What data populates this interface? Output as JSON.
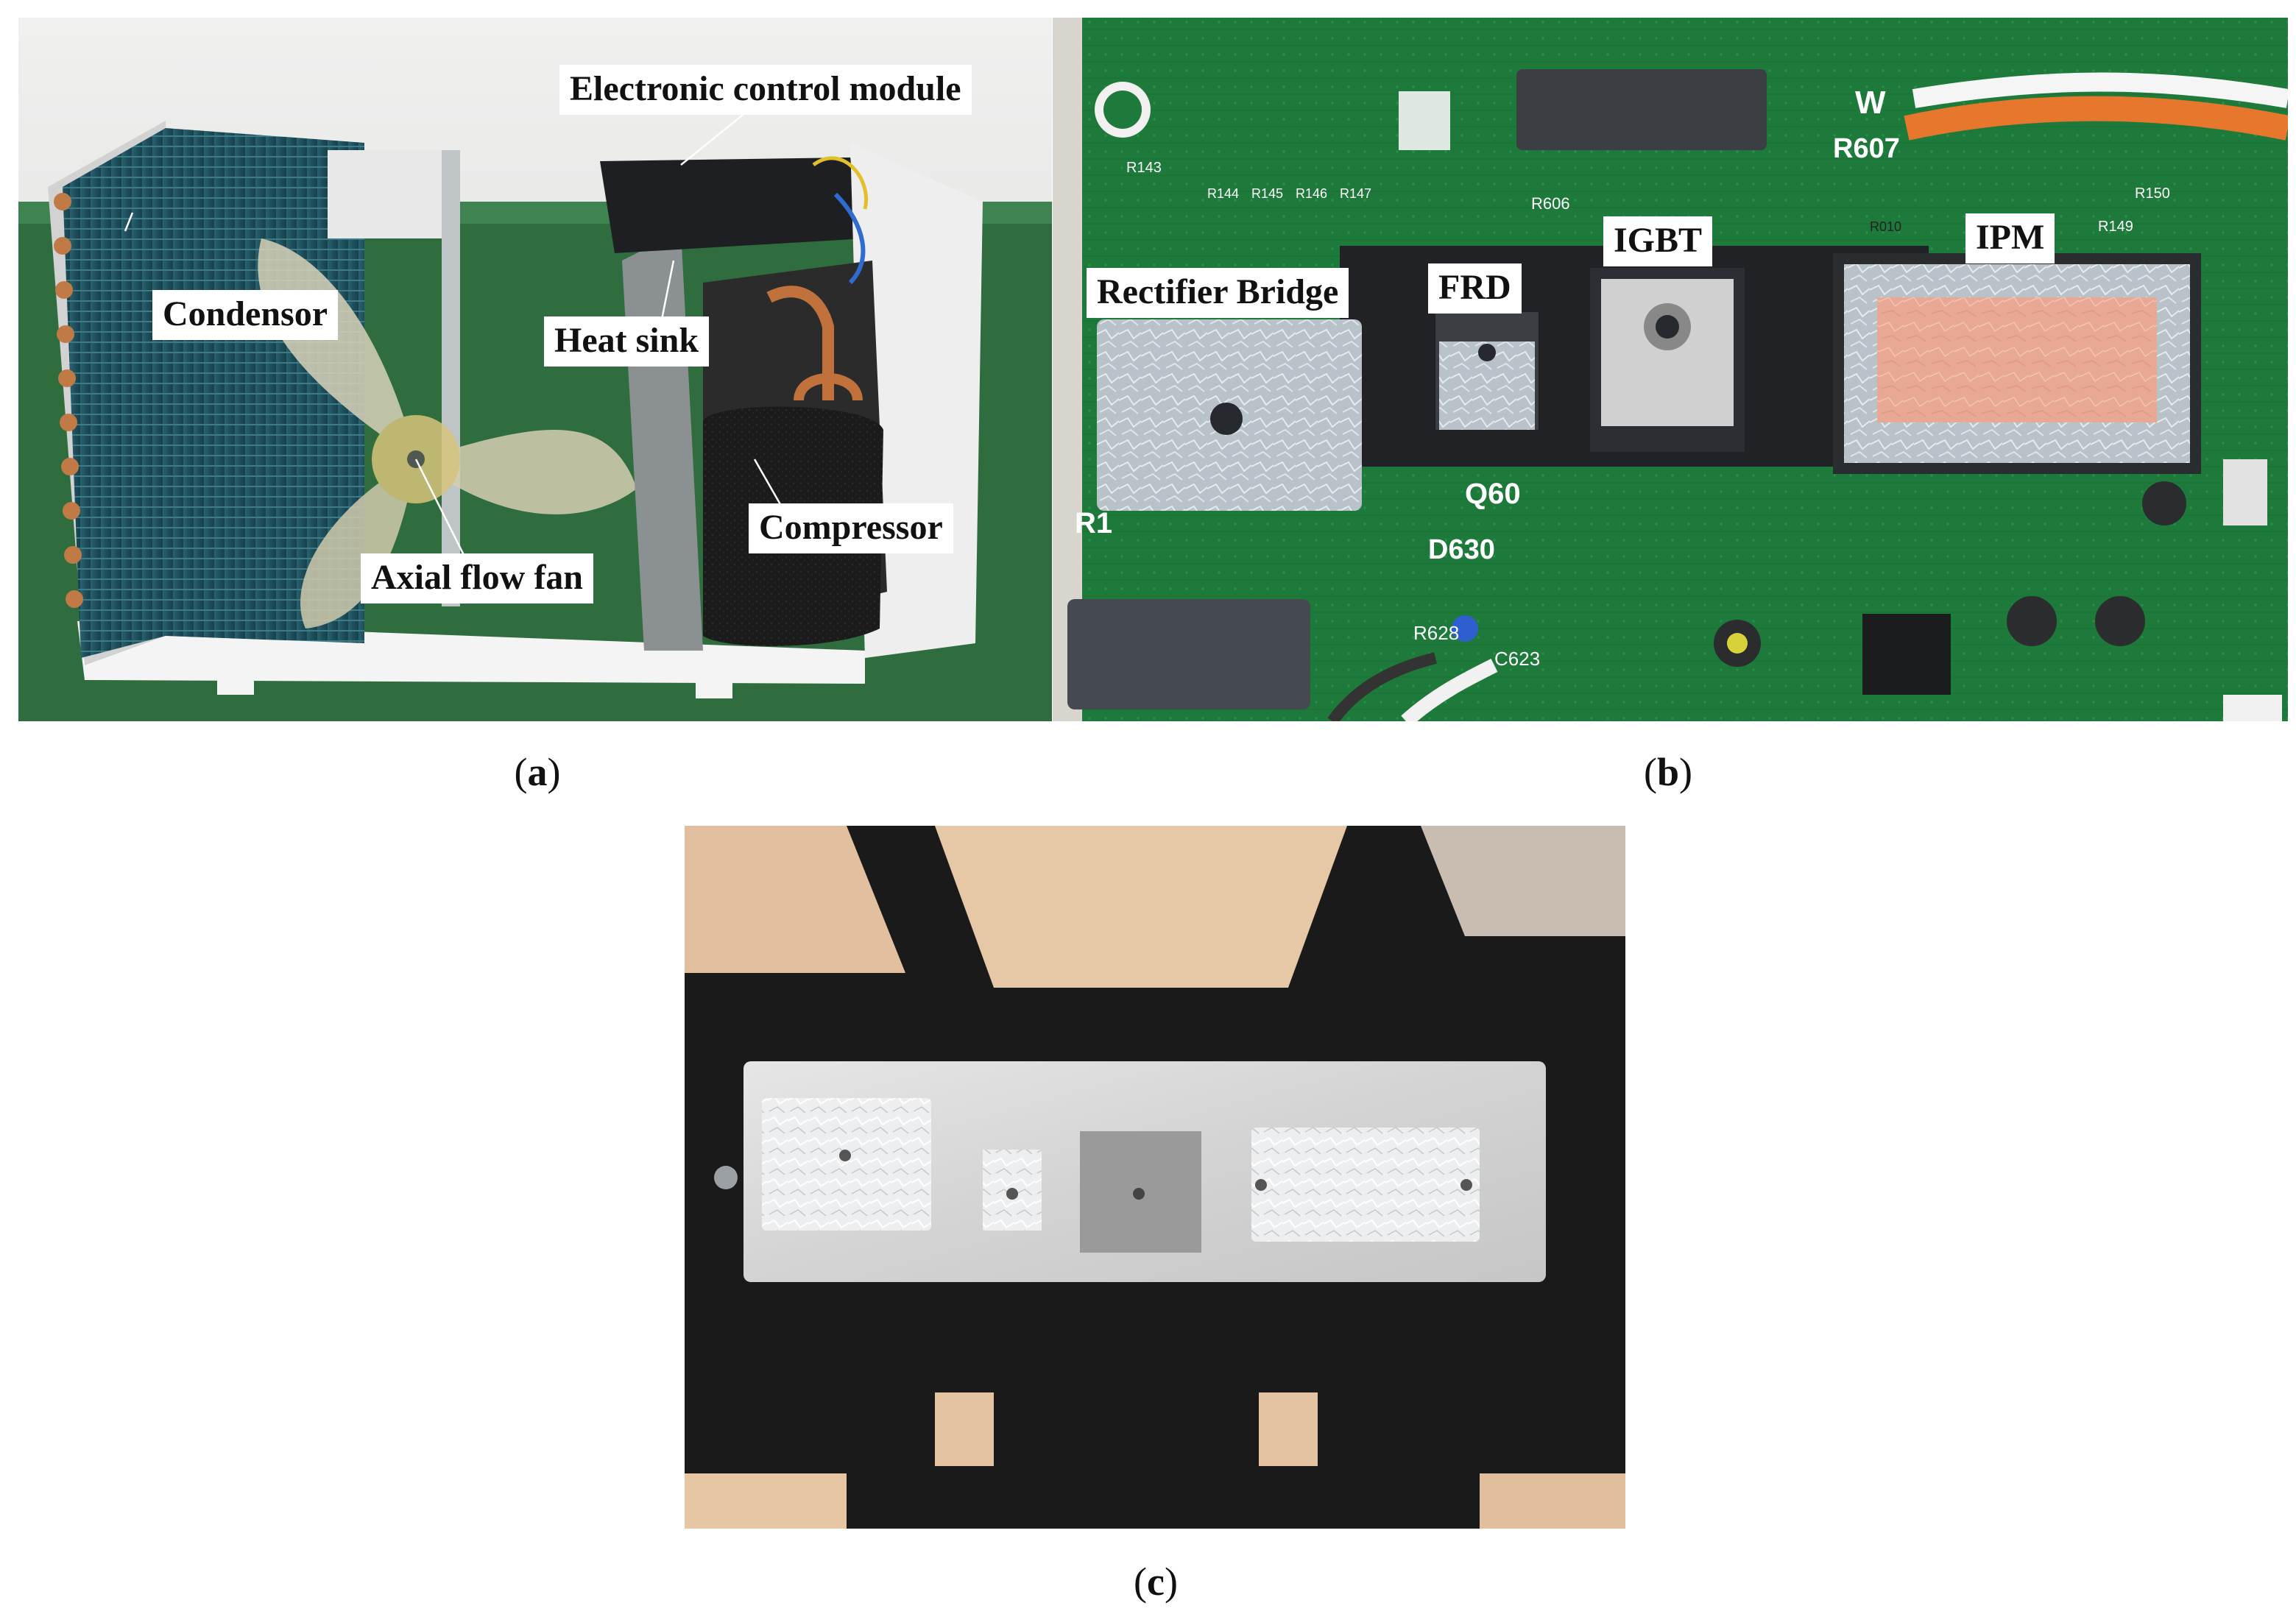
{
  "panels": [
    {
      "caption": "a",
      "subject": "outdoor-unit-photo",
      "labels": {
        "electronic_control_module": "Electronic control module",
        "condensor": "Condensor",
        "heat_sink": "Heat sink",
        "compressor": "Compressor",
        "axial_flow_fan": "Axial flow fan"
      },
      "colors": {
        "wall": "#e6e6e6",
        "floor": "#2f6d3e",
        "coil": "#1f4f5e",
        "casing": "#f2f2f2",
        "insulation": "#1b1b1b"
      }
    },
    {
      "caption": "b",
      "subject": "control-board-photo",
      "labels": {
        "rectifier_bridge": "Rectifier Bridge",
        "frd": "FRD",
        "igbt": "IGBT",
        "ipm": "IPM"
      },
      "pcb_text": {
        "r607": "R607",
        "r606": "R606",
        "r1": "R1",
        "d630": "D630",
        "r628": "R628",
        "c623": "C623",
        "r143": "R143",
        "r144": "R144",
        "r145": "R145",
        "r146": "R146",
        "r147": "R147",
        "r150": "R150",
        "r149": "R149",
        "r010": "R010",
        "w": "W",
        "q60": "Q60"
      },
      "colors": {
        "pcb": "#1e7a3a",
        "paste": "#cfd6da",
        "ipm_pad": "#e9a893",
        "component": "#3b3f44",
        "wire_orange": "#e8772e"
      }
    },
    {
      "caption": "c",
      "subject": "heat-sink-photo",
      "colors": {
        "table": "#e5c5a5",
        "frame": "#1a1a1a",
        "aluminium": "#d9d9d9",
        "thermal_pad": "#9a9a9a"
      }
    }
  ]
}
